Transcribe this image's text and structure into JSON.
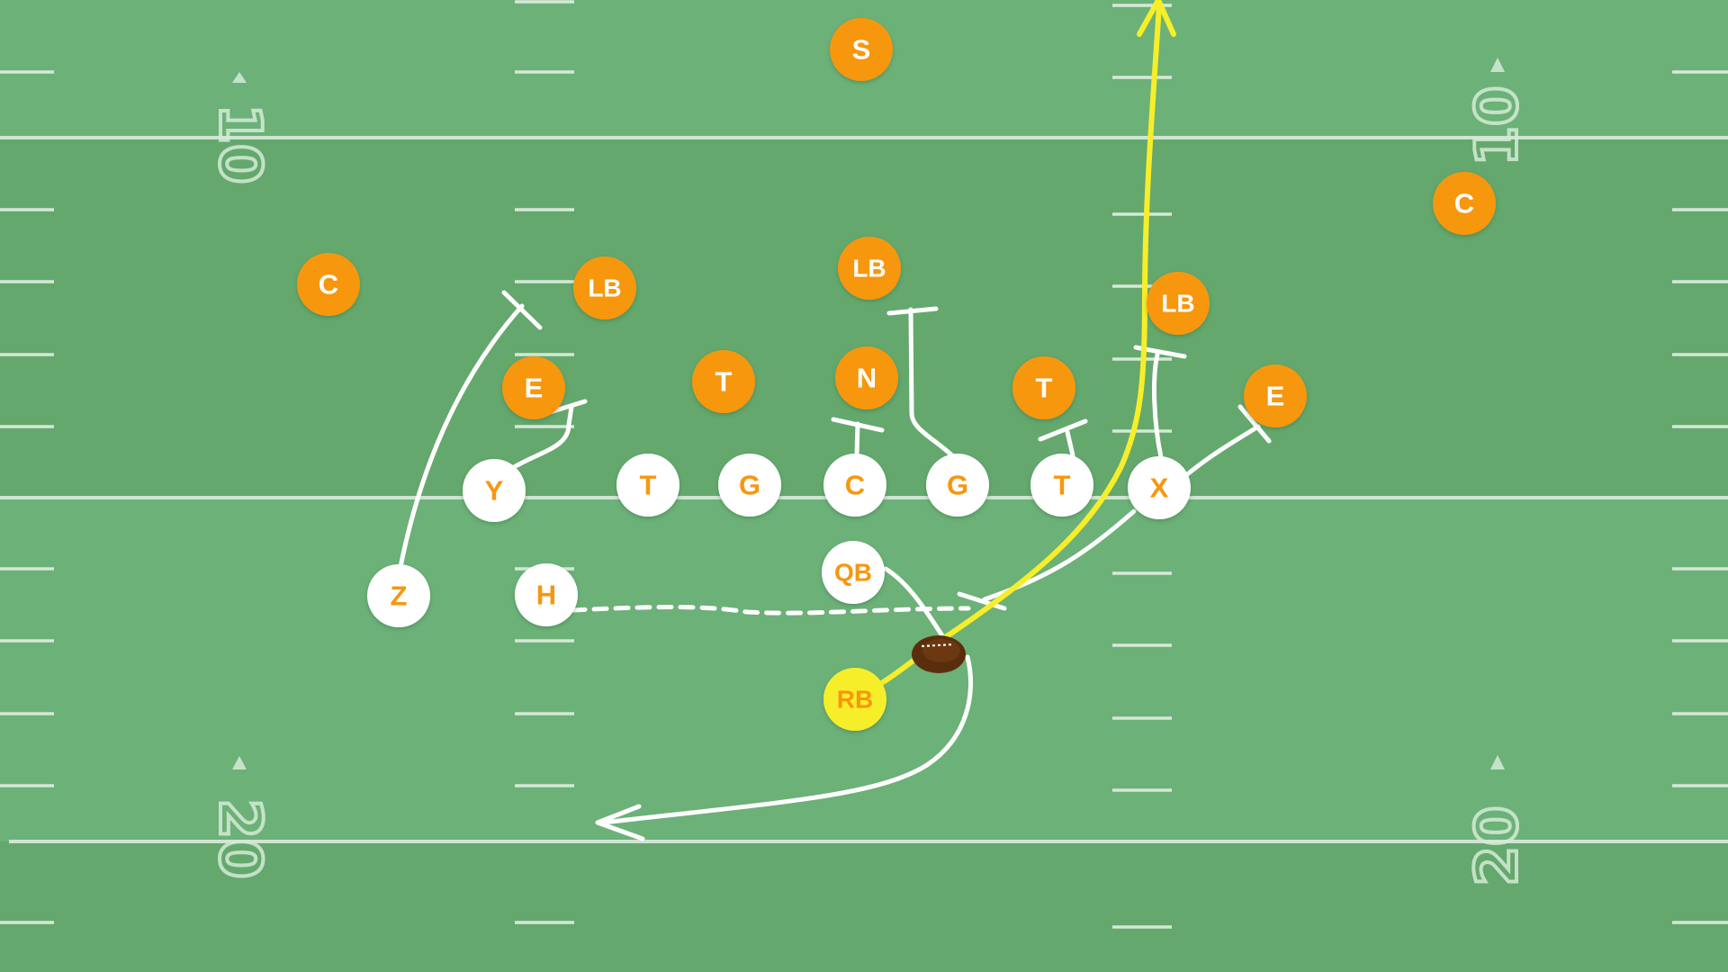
{
  "colors": {
    "field": "#64a86d",
    "field_band": "#6cb178",
    "line": "#e2efe3",
    "defense": "#f7970f",
    "offense": "#ffffff",
    "offense_text": "#f7970f",
    "highlight": "#f7ee2a",
    "route": "#ffffff",
    "ball": "#5a2e0c"
  },
  "yard_numbers": {
    "left_top": "10",
    "right_top": "10",
    "left_bottom": "20",
    "right_bottom": "20"
  },
  "defense": {
    "safety": "S",
    "left_corner": "C",
    "right_corner": "C",
    "left_linebacker": "LB",
    "middle_linebacker": "LB",
    "right_linebacker": "LB",
    "left_end": "E",
    "left_tackle": "T",
    "nose": "N",
    "right_tackle": "T",
    "right_end": "E"
  },
  "offense": {
    "z_receiver": "Z",
    "h_back": "H",
    "y_tight_end": "Y",
    "left_tackle": "T",
    "left_guard": "G",
    "center": "C",
    "right_guard": "G",
    "right_tackle": "T",
    "x_receiver": "X",
    "quarterback": "QB",
    "running_back": "RB"
  },
  "icons": {
    "ball": "football-icon"
  }
}
